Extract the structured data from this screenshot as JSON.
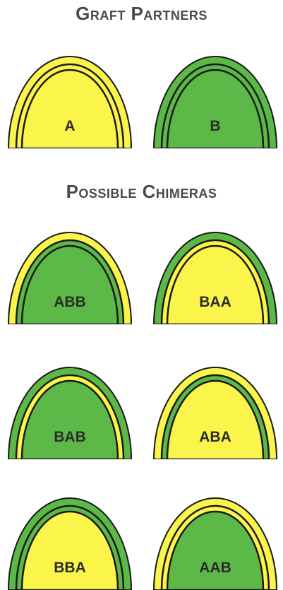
{
  "headings": {
    "graft_partners": "Graft Partners",
    "possible_chimeras": "Possible Chimeras"
  },
  "colors": {
    "A": "#fbf44a",
    "B": "#5cb847",
    "outline": "#1a1a1a",
    "heading_text": "#4a4a4a",
    "label_text": "#2b2b2b"
  },
  "graft_partners": [
    {
      "id": "partner-a",
      "label": "A",
      "layers": [
        "A",
        "A",
        "A"
      ]
    },
    {
      "id": "partner-b",
      "label": "B",
      "layers": [
        "B",
        "B",
        "B"
      ]
    }
  ],
  "chimeras": [
    {
      "id": "chimera-abb",
      "label": "ABB",
      "layers": [
        "A",
        "B",
        "B"
      ]
    },
    {
      "id": "chimera-baa",
      "label": "BAA",
      "layers": [
        "B",
        "A",
        "A"
      ]
    },
    {
      "id": "chimera-bab",
      "label": "BAB",
      "layers": [
        "B",
        "A",
        "B"
      ]
    },
    {
      "id": "chimera-aba",
      "label": "ABA",
      "layers": [
        "A",
        "B",
        "A"
      ]
    },
    {
      "id": "chimera-bba",
      "label": "BBA",
      "layers": [
        "B",
        "B",
        "A"
      ]
    },
    {
      "id": "chimera-aab",
      "label": "AAB",
      "layers": [
        "A",
        "A",
        "B"
      ]
    }
  ]
}
